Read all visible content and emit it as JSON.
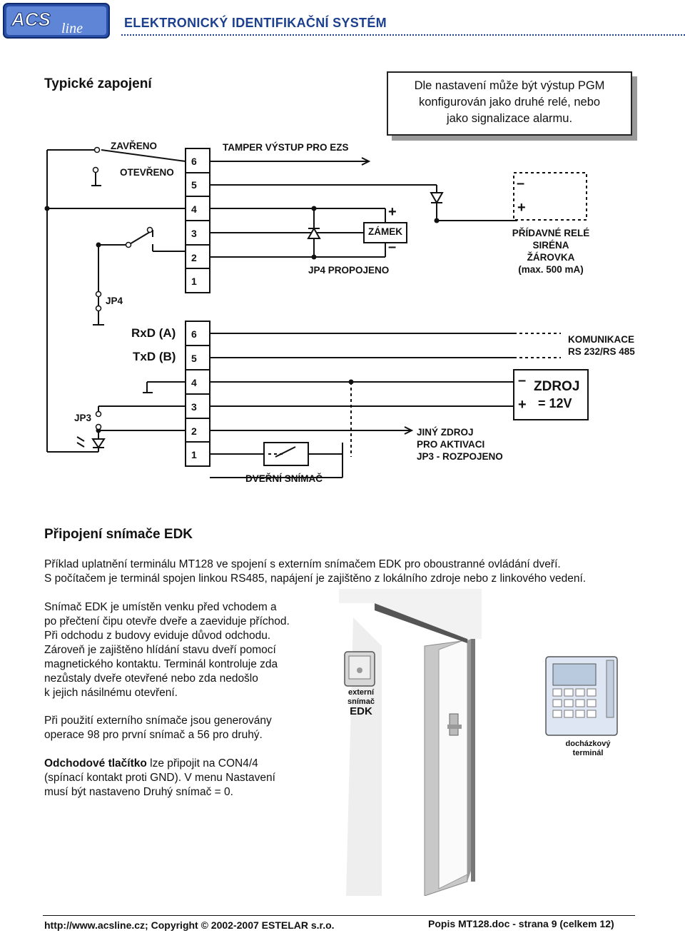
{
  "header": {
    "logo_text": "ACS line",
    "title": "ELEKTRONICKÝ IDENTIFIKAČNÍ SYSTÉM"
  },
  "section1": {
    "heading": "Typické zapojení",
    "note_lines": [
      "Dle nastavení může být výstup PGM",
      "konfigurován jako druhé relé, nebo",
      "jako signalizace alarmu."
    ]
  },
  "diagram": {
    "terminal_numbers": [
      "6",
      "5",
      "4",
      "3",
      "2",
      "1"
    ],
    "zavreno": "ZAVŘENO",
    "otevreno": "OTEVŘENO",
    "tamper": "TAMPER VÝSTUP PRO EZS",
    "zamek": "ZÁMEK",
    "jp4_propojeno": "JP4 PROPOJENO",
    "pridavne": [
      "PŘÍDAVNÉ RELÉ",
      "SIRÉNA",
      "ŽÁROVKA",
      "(max. 500 mA)"
    ],
    "jp4": "JP4",
    "rxd": "RxD (A)",
    "txd": "TxD (B)",
    "komunikace": [
      "KOMUNIKACE",
      "RS 232/RS 485"
    ],
    "zdroj": "ZDROJ",
    "zdroj_v": "= 12V",
    "jp3": "JP3",
    "jiny_zdroj": [
      "JINÝ ZDROJ",
      "PRO AKTIVACI",
      "JP3 - ROZPOJENO"
    ],
    "dverni": "DVEŘNÍ SNÍMAČ",
    "plus": "+",
    "minus": "–"
  },
  "section2": {
    "heading": "Připojení snímače EDK",
    "intro": [
      "Příklad uplatnění terminálu MT128 ve spojení s externím snímačem EDK pro oboustranné ovládání dveří.",
      "S počítačem je terminál spojen linkou RS485, napájení je zajištěno z lokálního zdroje nebo z linkového vedení."
    ],
    "para1": [
      "Snímač EDK je umístěn venku před vchodem a",
      "po přečtení čipu otevře dveře a zaeviduje příchod.",
      "Při odchodu z budovy eviduje důvod odchodu.",
      "Zároveň je zajištěno hlídání stavu dveří pomocí",
      "magnetického kontaktu. Terminál kontroluje zda",
      "nezůstaly dveře otevřené nebo zda nedošlo",
      "k jejich násilnému otevření."
    ],
    "para2": [
      "Při použití externího snímače jsou generovány",
      "operace 98 pro první snímač a 56 pro druhý."
    ],
    "para3_bold": "Odchodové tlačítko",
    "para3_rest": " lze připojit na CON4/4",
    "para3_lines": [
      "(spínací kontakt proti GND). V menu Nastavení",
      "musí být nastaveno Druhý snímač  = 0."
    ],
    "illus_labels": {
      "edk": [
        "externí",
        "snímač",
        "EDK"
      ],
      "terminal": [
        "docházkový",
        "terminál"
      ]
    }
  },
  "footer": {
    "left": "http://www.acsline.cz; Copyright © 2002-2007 ESTELAR s.r.o.",
    "right": "Popis MT128.doc - strana 9 (celkem 12)"
  }
}
